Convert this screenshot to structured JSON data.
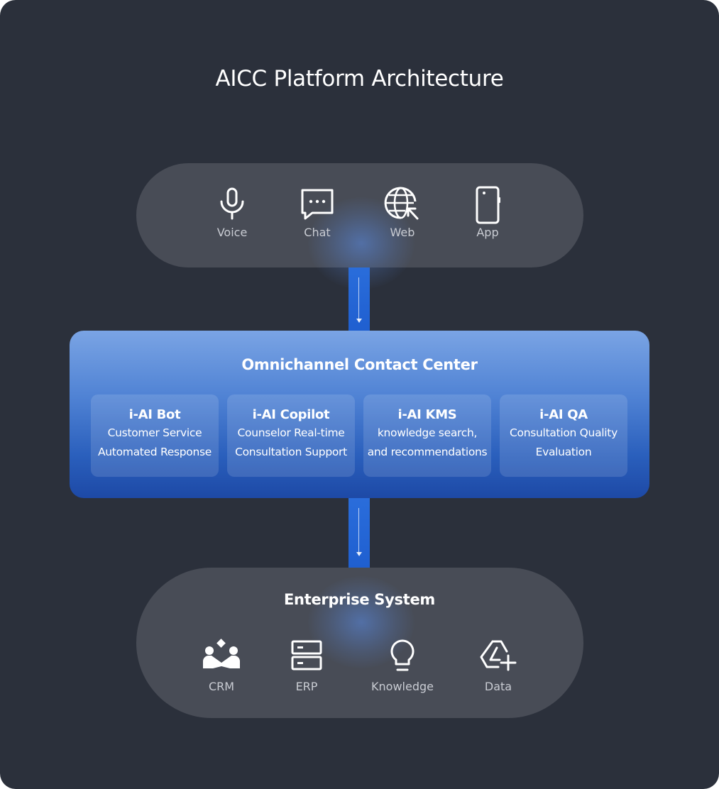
{
  "title": "AICC Platform Architecture",
  "channels": [
    {
      "label": "Voice",
      "icon": "microphone-icon"
    },
    {
      "label": "Chat",
      "icon": "chat-bubble-icon"
    },
    {
      "label": "Web",
      "icon": "globe-cursor-icon"
    },
    {
      "label": "App",
      "icon": "smartphone-icon"
    }
  ],
  "contact_center": {
    "title": "Omnichannel Contact Center",
    "modules": [
      {
        "name": "i-AI Bot",
        "line1": "Customer Service",
        "line2": "Automated Response"
      },
      {
        "name": "i-AI Copilot",
        "line1": "Counselor Real-time",
        "line2": "Consultation Support"
      },
      {
        "name": "i-AI KMS",
        "line1": "knowledge search,",
        "line2": "and recommendations"
      },
      {
        "name": "i-AI QA",
        "line1": "Consultation Quality",
        "line2": "Evaluation"
      }
    ]
  },
  "enterprise": {
    "title": "Enterprise System",
    "systems": [
      {
        "label": "CRM",
        "icon": "people-handshake-icon"
      },
      {
        "label": "ERP",
        "icon": "server-stack-icon"
      },
      {
        "label": "Knowledge",
        "icon": "lightbulb-icon"
      },
      {
        "label": "Data",
        "icon": "data-add-icon"
      }
    ]
  },
  "colors": {
    "background": "#2b303b",
    "pill": "#484c56",
    "accent": "#2a6ddb",
    "center_top": "#7aa4e4",
    "center_bottom": "#1d49a6"
  }
}
